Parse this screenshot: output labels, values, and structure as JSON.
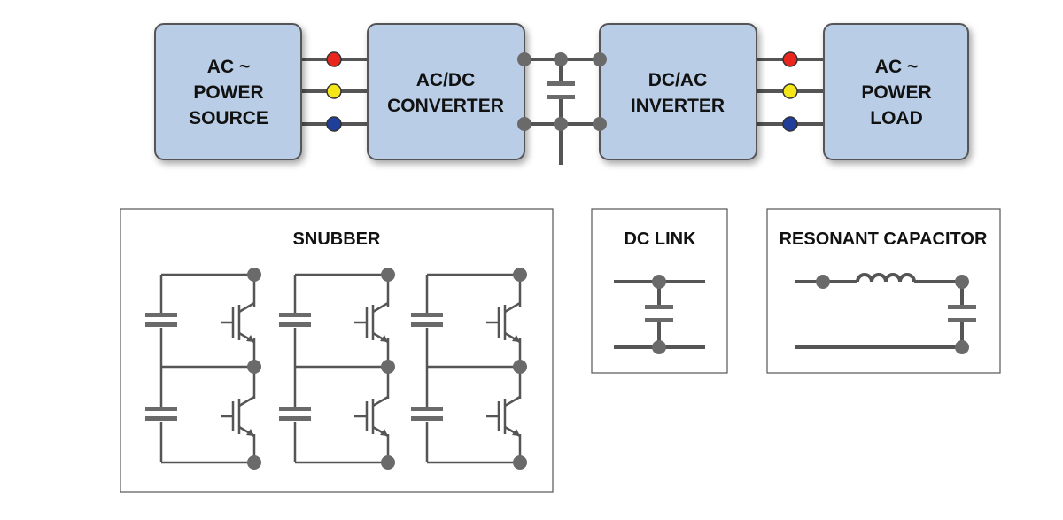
{
  "colors": {
    "block_fill": "#b9cde6",
    "block_stroke": "#555555",
    "wire": "#555555",
    "node": "#6a6a6a",
    "phase_a": "#e8261e",
    "phase_b": "#f5e61a",
    "phase_c": "#1f3f9a"
  },
  "blocks": {
    "source": {
      "line1": "AC ~",
      "line2": "POWER",
      "line3": "SOURCE"
    },
    "converter": {
      "line1": "AC/DC",
      "line2": "CONVERTER"
    },
    "inverter": {
      "line1": "DC/AC",
      "line2": "INVERTER"
    },
    "load": {
      "line1": "AC ~",
      "line2": "POWER",
      "line3": "LOAD"
    }
  },
  "sections": {
    "snubber": {
      "title": "SNUBBER"
    },
    "dc_link": {
      "title": "DC LINK"
    },
    "resonant": {
      "title": "RESONANT CAPACITOR"
    }
  },
  "icons": {
    "capacitor": "capacitor-icon",
    "igbt": "igbt-transistor-icon",
    "inductor": "inductor-icon",
    "node": "junction-dot-icon"
  }
}
